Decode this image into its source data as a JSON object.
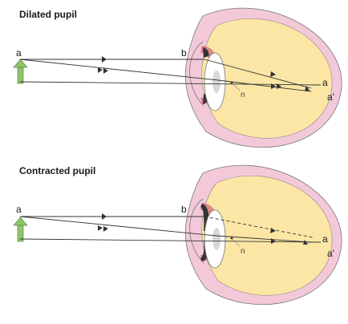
{
  "panels": [
    {
      "id": "dilated",
      "title": "Dilated pupil",
      "labels": {
        "object_top": "a",
        "iris_edge": "b",
        "nodal_point": "n",
        "image_a": "a",
        "image_a_prime": "a'"
      }
    },
    {
      "id": "contracted",
      "title": "Contracted pupil",
      "labels": {
        "object_top": "a",
        "iris_edge": "b",
        "nodal_point": "n",
        "image_a": "a",
        "image_a_prime": "a'"
      }
    }
  ],
  "colors": {
    "sclera": "#f3c9d9",
    "vitreous": "#fbe6a6",
    "iris": "#c94f6a",
    "lens": "#ffffff",
    "object_arrow": "#8fc46d",
    "outline": "#555555"
  }
}
